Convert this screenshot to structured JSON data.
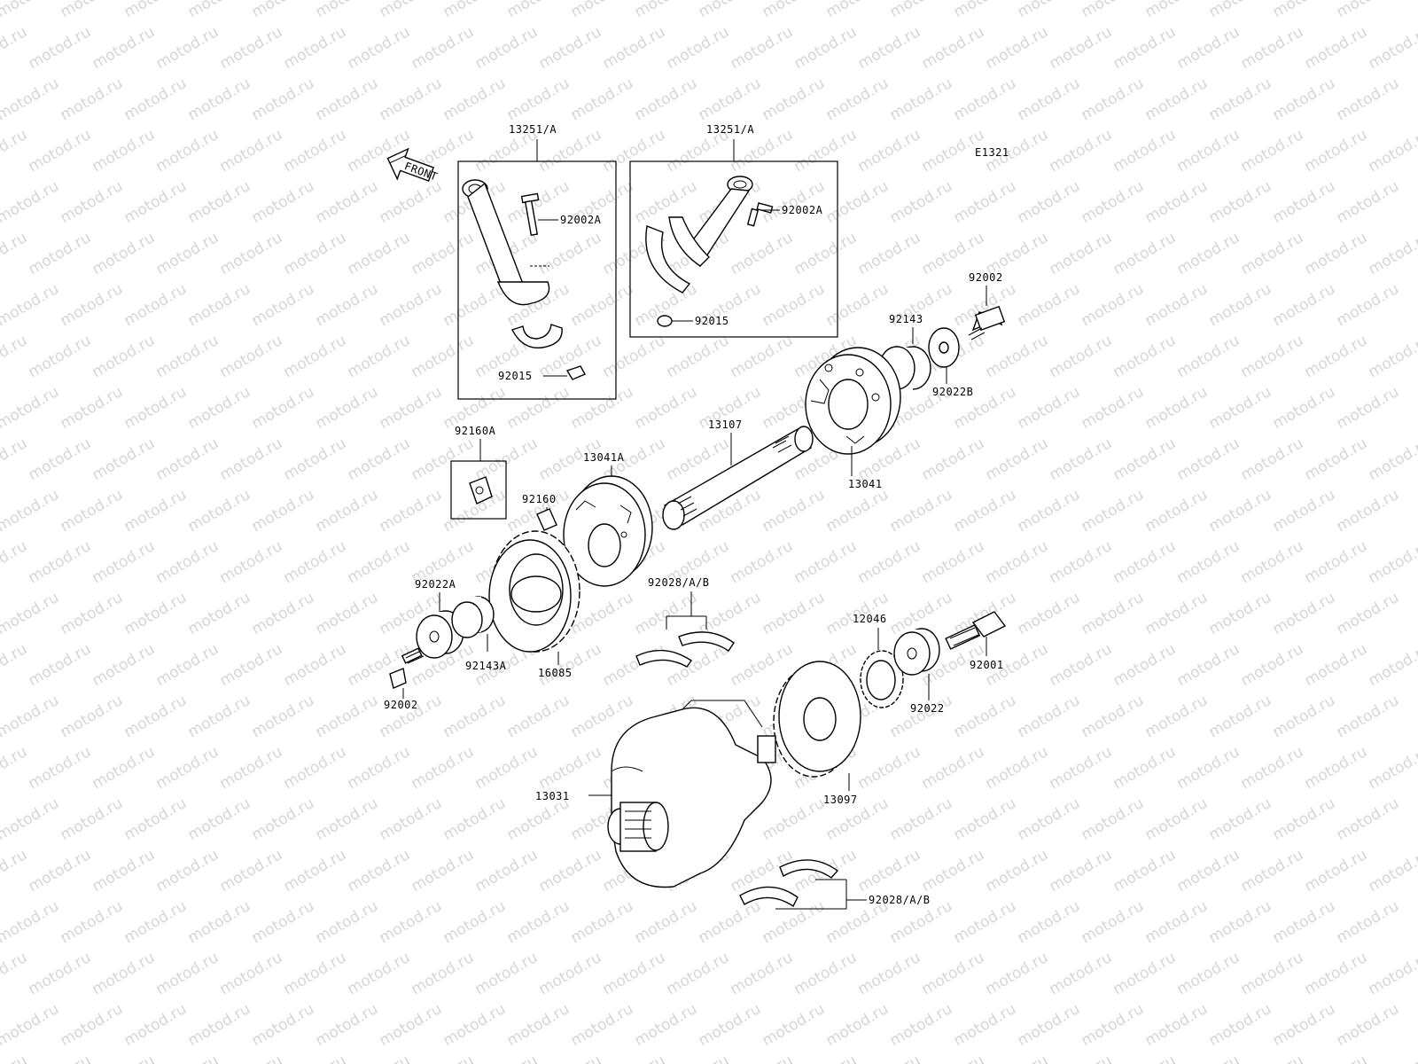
{
  "diagram_code": "E1321",
  "watermark_text": "motod.ru",
  "front_label": "FRONT",
  "labels": {
    "rod_assy_left": "13251/A",
    "rod_assy_right": "13251/A",
    "bolt_rod_left": "92002A",
    "bolt_rod_right": "92002A",
    "nut_rod_left": "92015",
    "nut_rod_right": "92015",
    "bolt_top_right": "92002",
    "collar_top": "92143",
    "washer_top": "92022B",
    "shaft": "13107",
    "weight_right": "13041",
    "weight_left": "13041A",
    "damper_boxed": "92160A",
    "damper": "92160",
    "washer_left": "92022A",
    "collar_left": "92143A",
    "gear_left": "16085",
    "bolt_left": "92002",
    "bearing_upper": "92028/A/B",
    "sprocket_small": "12046",
    "washer_right": "92022",
    "bolt_right": "92001",
    "crankshaft": "13031",
    "gear_crank": "13097",
    "bearing_lower": "92028/A/B"
  }
}
